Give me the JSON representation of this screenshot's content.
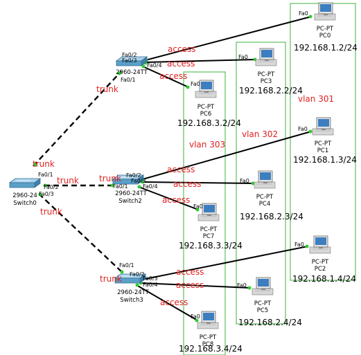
{
  "vlan_boxes": [
    {
      "name": "vlan 301",
      "color": "#3db03d"
    },
    {
      "name": "vlan 302",
      "color": "#3db03d"
    },
    {
      "name": "vlan 303",
      "color": "#3db03d"
    }
  ],
  "switches": {
    "sw0": {
      "model": "2960-24",
      "name": "Switch0"
    },
    "sw1": {
      "model": "2960-24TT",
      "name": ""
    },
    "sw2": {
      "model": "2960-24TT",
      "name": "Switch2"
    },
    "sw3": {
      "model": "2960-24TT",
      "name": "Switch3"
    }
  },
  "pcs": {
    "pc0": {
      "type": "PC-PT",
      "name": "PC0",
      "ip": "192.168.1.2/24"
    },
    "pc1": {
      "type": "PC-PT",
      "name": "PC1",
      "ip": "192.168.1.3/24"
    },
    "pc2": {
      "type": "PC-PT",
      "name": "PC2",
      "ip": "192.168.1.4/24"
    },
    "pc3": {
      "type": "PC-PT",
      "name": "PC3",
      "ip": "192.168.2.2/24"
    },
    "pc4": {
      "type": "PC-PT",
      "name": "PC4",
      "ip": "192.168.2.3/24"
    },
    "pc5": {
      "type": "PC-PT",
      "name": "PC5",
      "ip": "192.168.2.4/24"
    },
    "pc6": {
      "type": "PC-PT",
      "name": "PC6",
      "ip": "192.168.3.2/24"
    },
    "pc7": {
      "type": "PC-PT",
      "name": "PC7",
      "ip": "192.168.3.3/24"
    },
    "pc8": {
      "type": "PC-PT",
      "name": "PC8",
      "ip": "192.168.3.4/24"
    }
  },
  "link_labels": {
    "trunk": "trunk",
    "access": "access"
  },
  "ports": {
    "fa0": "Fa0",
    "fa0_1": "Fa0/1",
    "fa0_2": "Fa0/2",
    "fa0_3": "Fa0/3",
    "fa0_4": "Fa0/4"
  },
  "colors": {
    "link_label": "#e02020",
    "port_dot": "#2ecc2e",
    "switch_body": "#5aa0c8",
    "pc_screen": "#3c7ec0"
  }
}
